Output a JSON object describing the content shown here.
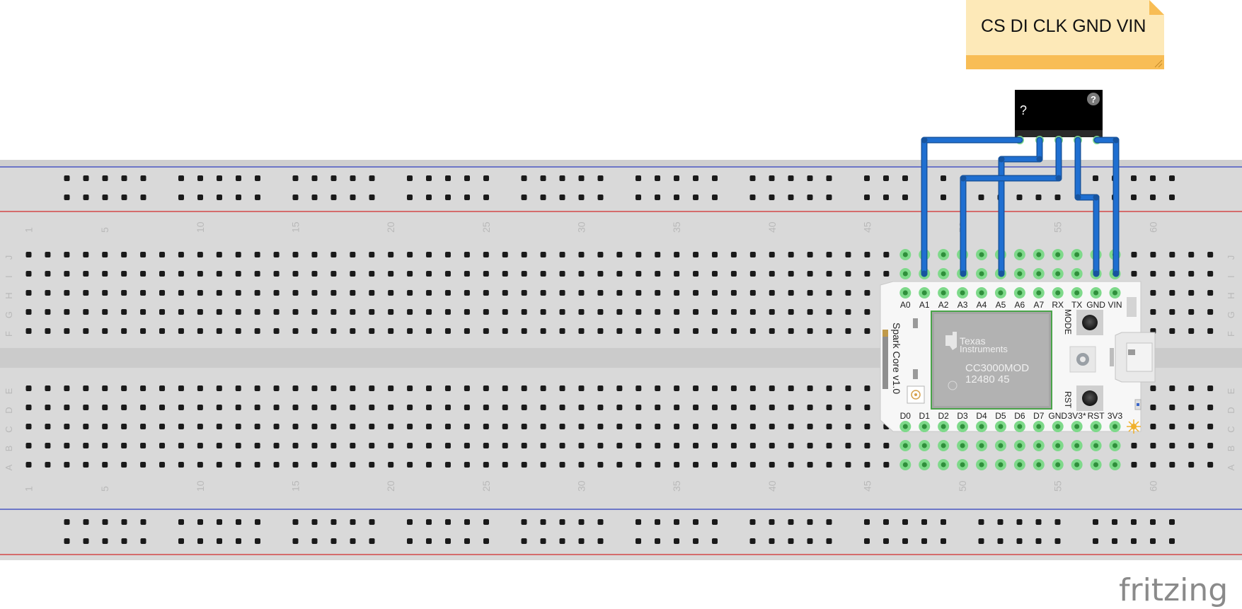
{
  "note": {
    "text": "CS DI CLK GND VIN"
  },
  "sensor": {
    "label": "?",
    "help_badge": "?"
  },
  "breadboard": {
    "column_numbers": [
      "1",
      "5",
      "10",
      "15",
      "20",
      "25",
      "30",
      "35",
      "40",
      "45",
      "50",
      "55",
      "60"
    ],
    "row_letters_top": [
      "J",
      "I",
      "H",
      "G",
      "F"
    ],
    "row_letters_bottom": [
      "E",
      "D",
      "C",
      "B",
      "A"
    ]
  },
  "spark_core": {
    "name": "Spark Core v1.0",
    "top_pins": [
      "A0",
      "A1",
      "A2",
      "A3",
      "A4",
      "A5",
      "A6",
      "A7",
      "RX",
      "TX",
      "GND",
      "VIN"
    ],
    "bottom_pins": [
      "D0",
      "D1",
      "D2",
      "D3",
      "D4",
      "D5",
      "D6",
      "D7",
      "GND",
      "3V3*",
      "RST",
      "3V3"
    ],
    "mode_label": "MODE",
    "rst_label": "RST",
    "chip": {
      "brand_line1": "Texas",
      "brand_line2": "Instruments",
      "model": "CC3000MOD",
      "code": "12480 45"
    }
  },
  "colors": {
    "wire": "#1f6fd1",
    "note": "#fde9b8",
    "note_band": "#f8bd55",
    "breadboard": "#d9d9d9",
    "highlight": "#7ed98a"
  },
  "watermark": "fritzing"
}
